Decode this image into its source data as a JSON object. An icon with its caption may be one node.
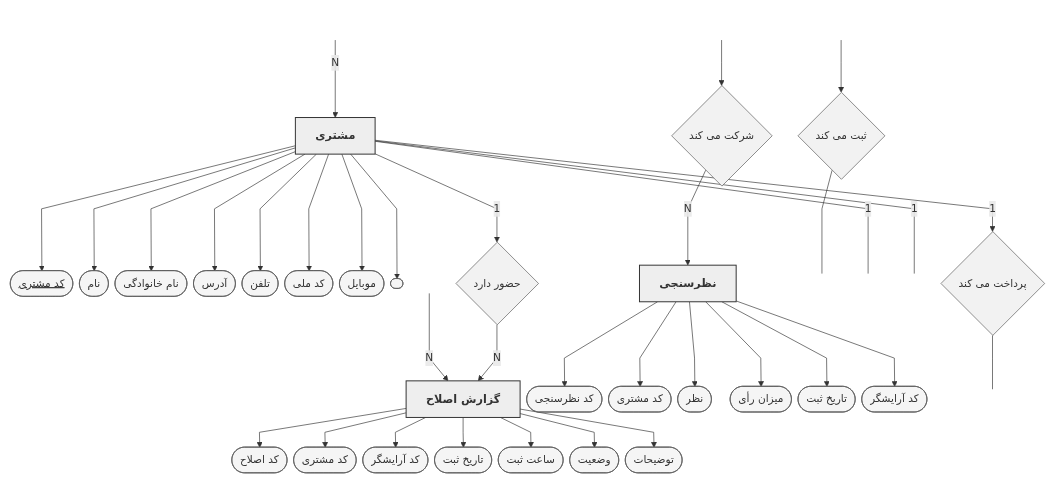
{
  "diagram": {
    "nodes": [
      {
        "text": [
          "ثبت می کند"
        ]
      },
      {
        "text": [
          "مشتری"
        ]
      },
      {
        "text": [
          "کد مشتری"
        ]
      },
      {
        "text": [
          "نام"
        ]
      },
      {
        "text": [
          "نام خانوادگی"
        ]
      },
      {
        "text": [
          "آدرس"
        ]
      },
      {
        "text": [
          "تلفن"
        ]
      },
      {
        "text": [
          "کد ملی"
        ]
      },
      {
        "text": [
          "موبایل"
        ]
      },
      {
        "text": [],
        "shape": "oval"
      },
      {
        "text": [
          "گزارش اصلاح"
        ]
      },
      {
        "text": [
          "کد اصلاح"
        ]
      },
      {
        "text": [
          "کد مشتری"
        ]
      },
      {
        "text": [
          "کد آرایشگر"
        ]
      },
      {
        "text": [
          "تاریخ ثبت"
        ]
      },
      {
        "text": [
          "ساعت ثبت"
        ]
      },
      {
        "text": [
          "وضعیت"
        ]
      },
      {
        "text": [
          "توضیحات"
        ]
      },
      {
        "text": [
          "حضور دارد"
        ]
      },
      {
        "text": [
          "پرداخت می کند"
        ]
      },
      {
        "text": [
          "شرکت می کند"
        ]
      },
      {
        "text": [
          "نظرسنجی"
        ]
      },
      {
        "text": [
          "کد نظرسنجی"
        ]
      },
      {
        "text": [
          "کد مشتری"
        ]
      },
      {
        "text": [
          "نظر"
        ]
      },
      {
        "text": [
          "میزان رأی"
        ]
      },
      {
        "text": [
          "تاریخ ثبت"
        ]
      },
      {
        "text": [
          "کد آرایشگر"
        ]
      }
    ],
    "edges": [
      {
        "from": null,
        "to": 0,
        "arrow": "to"
      },
      {
        "from": 0,
        "to": null,
        "arrow": "none"
      },
      {
        "from": null,
        "to": 1,
        "arrow": "to",
        "label": "N"
      },
      {
        "from": 1,
        "to": null,
        "arrow": "none",
        "label": "1"
      },
      {
        "from": 1,
        "to": 2,
        "arrow": "to"
      },
      {
        "from": 1,
        "to": 3,
        "arrow": "to"
      },
      {
        "from": 1,
        "to": 4,
        "arrow": "to"
      },
      {
        "from": 1,
        "to": 5,
        "arrow": "to"
      },
      {
        "from": 1,
        "to": 6,
        "arrow": "to"
      },
      {
        "from": 1,
        "to": 7,
        "arrow": "to"
      },
      {
        "from": 1,
        "to": 8,
        "arrow": "to"
      },
      {
        "from": 1,
        "to": 9,
        "arrow": "to"
      },
      {
        "from": 1,
        "to": 18,
        "arrow": "to",
        "label": "1"
      },
      {
        "from": 1,
        "to": 19,
        "arrow": "to",
        "label": "1"
      },
      {
        "from": 1,
        "to": null,
        "arrow": "none",
        "label": "1"
      },
      {
        "from": null,
        "to": 10,
        "arrow": "to",
        "label": "N"
      },
      {
        "from": 18,
        "to": 10,
        "arrow": "to",
        "label": "N"
      },
      {
        "from": 10,
        "to": 11,
        "arrow": "to"
      },
      {
        "from": 10,
        "to": 12,
        "arrow": "to"
      },
      {
        "from": 10,
        "to": 13,
        "arrow": "to"
      },
      {
        "from": 10,
        "to": 14,
        "arrow": "to"
      },
      {
        "from": 10,
        "to": 15,
        "arrow": "to"
      },
      {
        "from": 10,
        "to": 16,
        "arrow": "to"
      },
      {
        "from": 10,
        "to": 17,
        "arrow": "to"
      },
      {
        "from": 19,
        "to": null,
        "arrow": "none"
      },
      {
        "from": null,
        "to": 20,
        "arrow": "to"
      },
      {
        "from": 20,
        "to": 21,
        "arrow": "to",
        "label": "N"
      },
      {
        "from": 21,
        "to": 22,
        "arrow": "to"
      },
      {
        "from": 21,
        "to": 23,
        "arrow": "to"
      },
      {
        "from": 21,
        "to": 24,
        "arrow": "to"
      },
      {
        "from": 21,
        "to": 25,
        "arrow": "to"
      },
      {
        "from": 21,
        "to": 26,
        "arrow": "to"
      },
      {
        "from": 21,
        "to": 27,
        "arrow": "to"
      }
    ]
  }
}
